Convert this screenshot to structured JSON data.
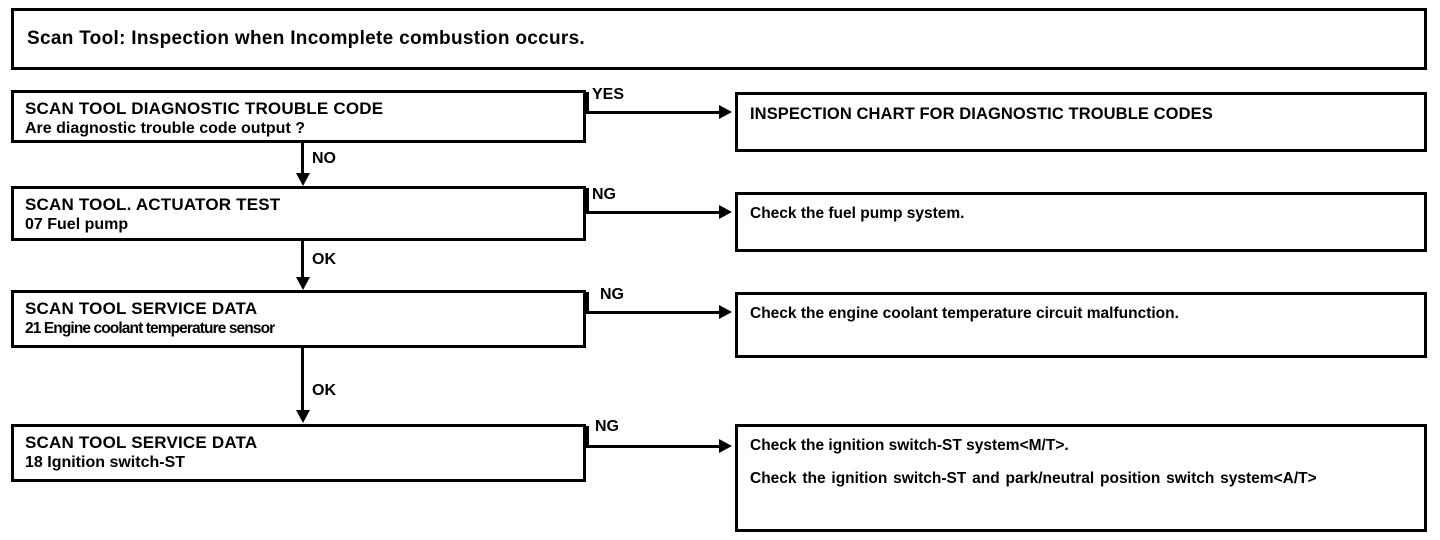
{
  "header": {
    "title": "Scan Tool:  Inspection when Incomplete combustion occurs."
  },
  "flow": {
    "steps": [
      {
        "id": "dtc",
        "title": "SCAN TOOL DIAGNOSTIC TROUBLE CODE",
        "detail": "Are diagnostic trouble code output ?",
        "branch_label": "YES",
        "next_label": "NO"
      },
      {
        "id": "actuator-test",
        "title": "SCAN TOOL. ACTUATOR TEST",
        "detail": "07 Fuel pump",
        "branch_label": "NG",
        "next_label": "OK"
      },
      {
        "id": "service-data-21",
        "title": "SCAN TOOL SERVICE DATA",
        "detail": "21 Engine coolant temperature sensor",
        "branch_label": "NG",
        "next_label": "OK"
      },
      {
        "id": "service-data-18",
        "title": "SCAN TOOL SERVICE DATA",
        "detail": "18 Ignition switch-ST",
        "branch_label": "NG",
        "next_label": ""
      }
    ],
    "results": [
      {
        "id": "inspection-chart",
        "lines": [
          "INSPECTION CHART FOR DIAGNOSTIC TROUBLE CODES"
        ]
      },
      {
        "id": "fuel-pump-check",
        "lines": [
          "Check the fuel pump system."
        ]
      },
      {
        "id": "coolant-temp-check",
        "lines": [
          "Check the engine coolant temperature circuit malfunction."
        ]
      },
      {
        "id": "ignition-switch-check",
        "lines": [
          "Check the ignition switch-ST system<M/T>.",
          "Check the ignition switch-ST and park/neutral position switch system<A/T>"
        ]
      }
    ]
  },
  "colors": {
    "ink": "#000000",
    "paper": "#ffffff"
  }
}
